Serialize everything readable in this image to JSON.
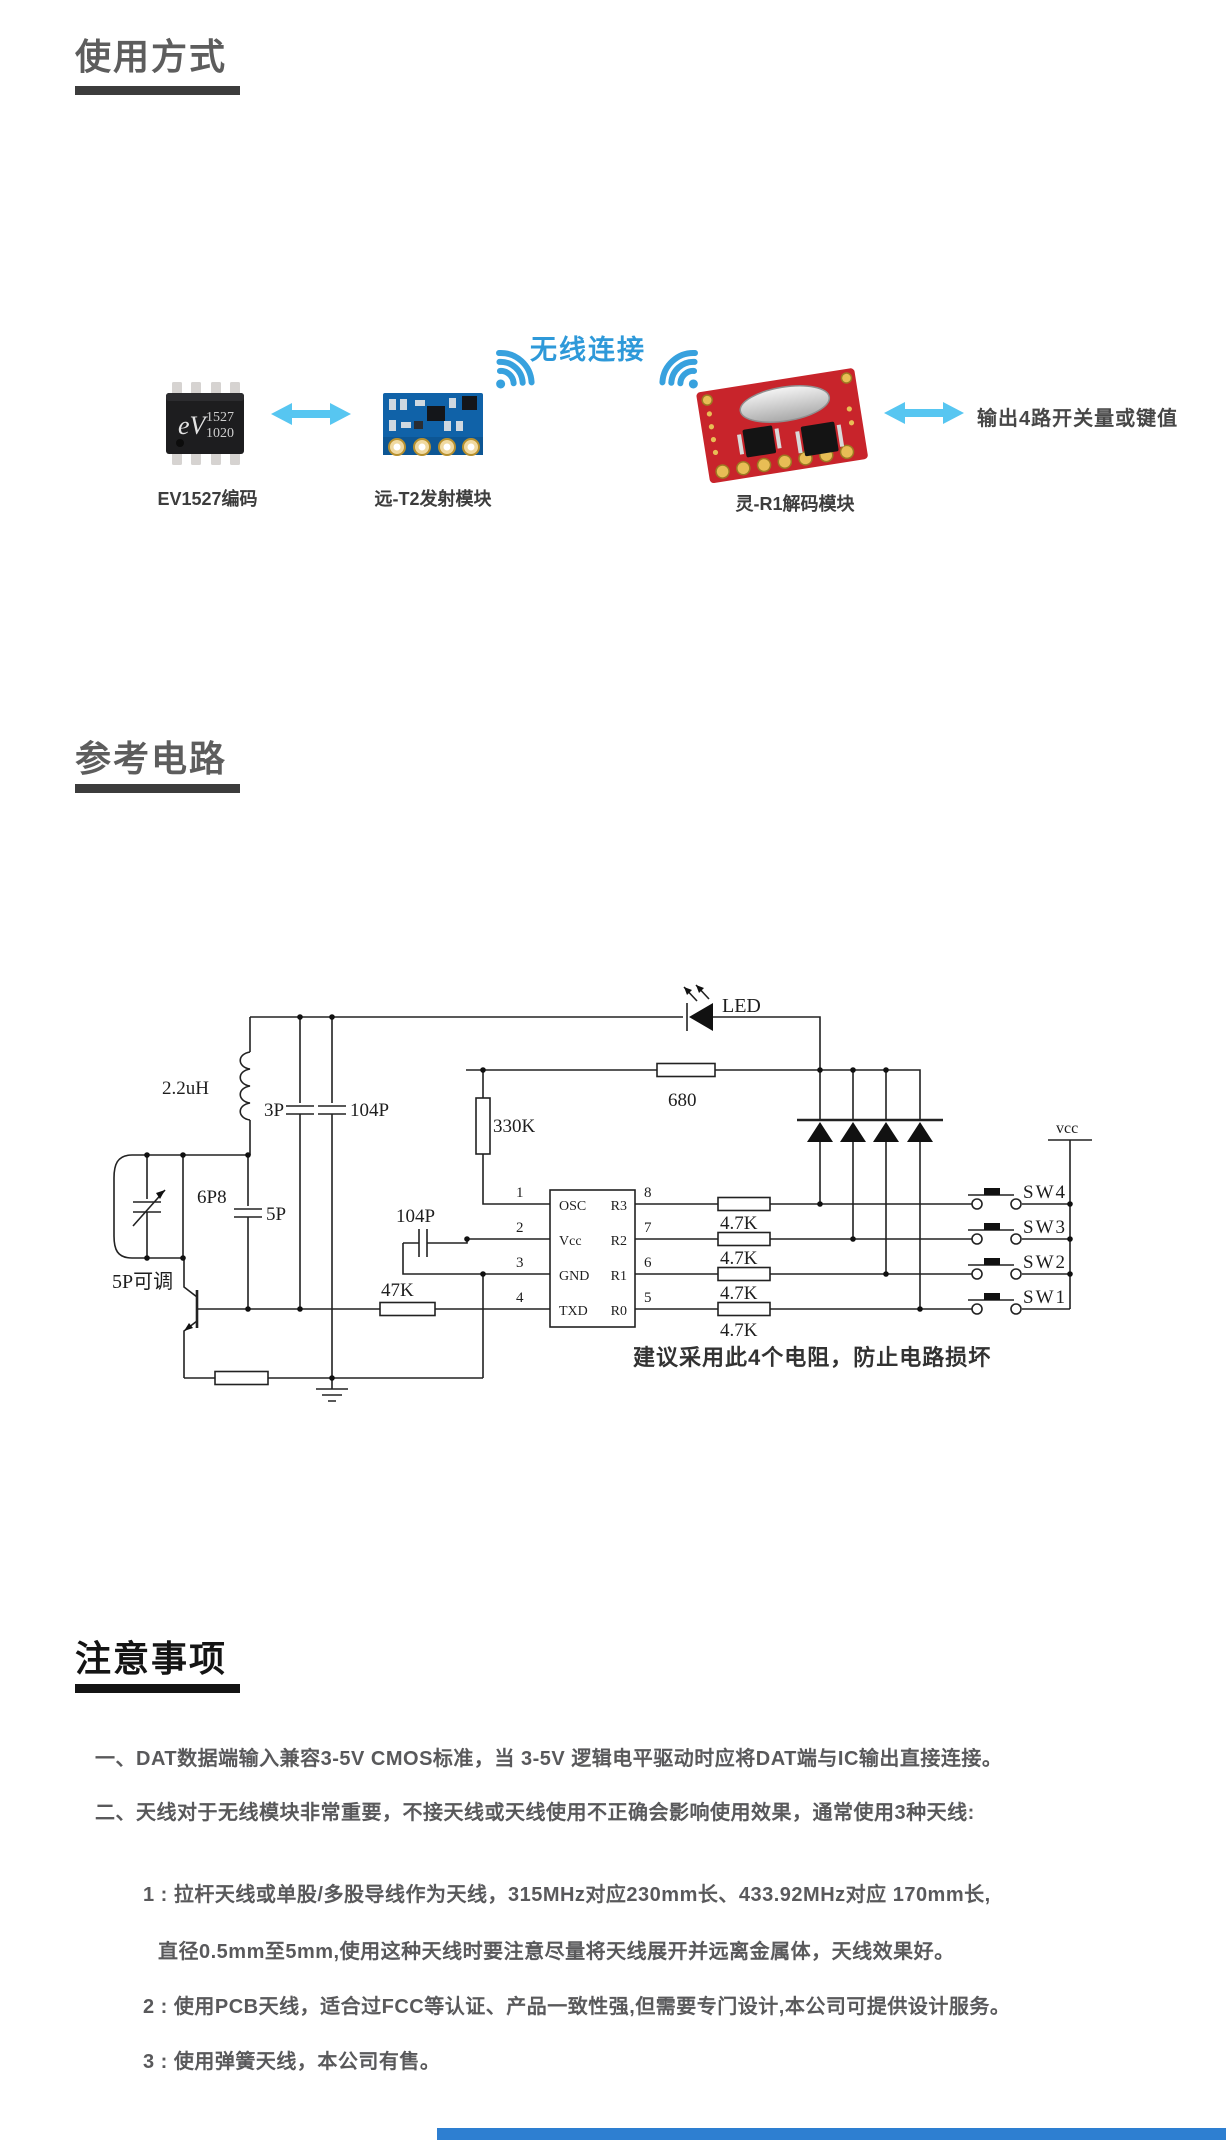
{
  "sections": {
    "usage": {
      "title": "使用方式"
    },
    "reference": {
      "title": "参考电路"
    },
    "notes": {
      "title": "注意事项"
    }
  },
  "usage_diagram": {
    "encoder_chip": {
      "logo": "eV",
      "line1": "1527",
      "line2": "1020",
      "label": "EV1527编码"
    },
    "transmitter": {
      "label": "远-T2发射模块"
    },
    "receiver": {
      "label": "灵-R1解码模块"
    },
    "wireless_label": "无线连接",
    "output_label": "输出4路开关量或键值",
    "accent_blue": "#2e99d9",
    "arrow_cyan": "#57c6f1",
    "wifi_blue": "#37a1de"
  },
  "circuit": {
    "inductor": "2.2uH",
    "cap_3p": "3P",
    "cap_104p_top": "104P",
    "led": "LED",
    "res_680": "680",
    "res_330k": "330K",
    "cap_6p8": "6P8",
    "cap_5p": "5P",
    "cap_5p_note": "5P可调",
    "cap_104p_mid": "104P",
    "res_47k": "47K",
    "vcc": "vcc",
    "resistors_4k7": [
      "4.7K",
      "4.7K",
      "4.7K",
      "4.7K"
    ],
    "switches": [
      "SW4",
      "SW3",
      "SW2",
      "SW1"
    ],
    "ic_left_pins": [
      {
        "num": "1",
        "name": "OSC"
      },
      {
        "num": "2",
        "name": "Vcc"
      },
      {
        "num": "3",
        "name": "GND"
      },
      {
        "num": "4",
        "name": "TXD"
      }
    ],
    "ic_right_pins": [
      {
        "num": "8",
        "name": "R3"
      },
      {
        "num": "7",
        "name": "R2"
      },
      {
        "num": "6",
        "name": "R1"
      },
      {
        "num": "5",
        "name": "R0"
      }
    ],
    "note": "建议采用此4个电阻，防止电路损坏"
  },
  "notes_list": [
    "一、DAT数据端输入兼容3-5V CMOS标准，当 3-5V 逻辑电平驱动时应将DAT端与IC输出直接连接。",
    "二、天线对于无线模块非常重要，不接天线或天线使用不正确会影响使用效果，通常使用3种天线:",
    "1 : 拉杆天线或单股/多股导线作为天线，315MHz对应230mm长、433.92MHz对应 170mm长,",
    "直径0.5mm至5mm,使用这种天线时要注意尽量将天线展开并远离金属体，天线效果好。",
    "2 : 使用PCB天线，适合过FCC等认证、产品一致性强,但需要专门设计,本公司可提供设计服务。",
    "3 : 使用弹簧天线，本公司有售。"
  ]
}
